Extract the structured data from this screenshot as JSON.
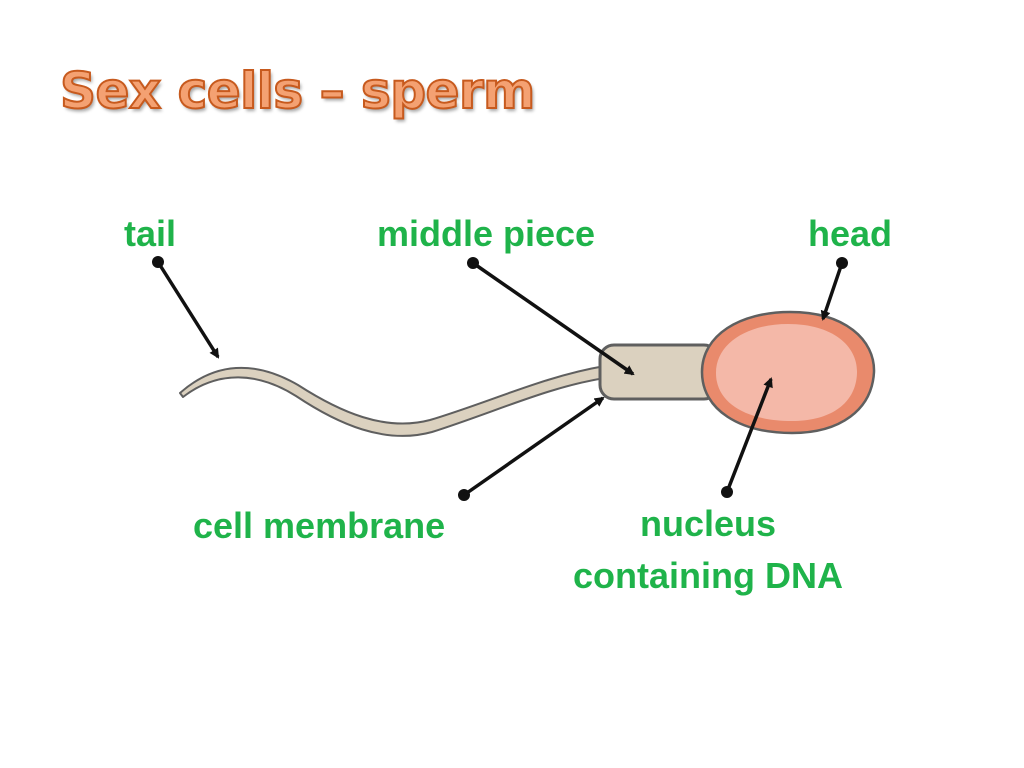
{
  "title": "Sex cells – sperm",
  "labels": {
    "tail": "tail",
    "middle_piece": "middle piece",
    "head": "head",
    "cell_membrane": "cell membrane",
    "nucleus_line1": "nucleus",
    "nucleus_line2": "containing DNA"
  },
  "colors": {
    "title_fill": "#f4a172",
    "title_outline": "#c75a1e",
    "label_green": "#1fb34a",
    "tail_fill": "#dbd1bf",
    "head_outer": "#e98a6c",
    "head_inner": "#f4b8a8"
  }
}
